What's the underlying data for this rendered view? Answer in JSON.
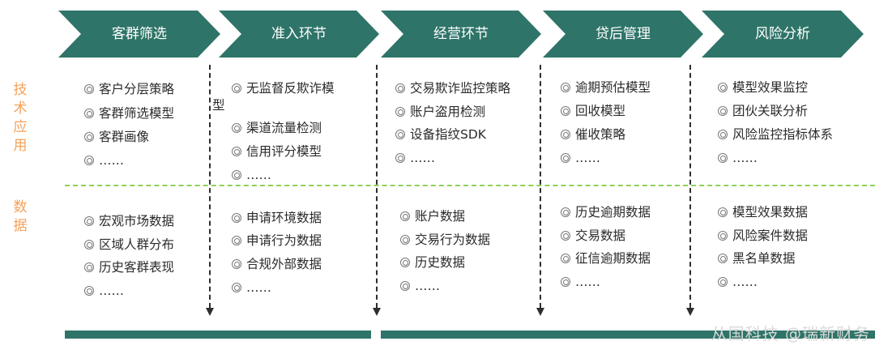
{
  "stages": [
    {
      "label": "客群筛选"
    },
    {
      "label": "准入环节"
    },
    {
      "label": "经营环节"
    },
    {
      "label": "贷后管理"
    },
    {
      "label": "风险分析"
    }
  ],
  "side_labels": {
    "tech": [
      "技",
      "术",
      "应",
      "用"
    ],
    "data": [
      "数",
      "据"
    ]
  },
  "columns": [
    {
      "tech": [
        "客户分层策略",
        "客群筛选模型",
        "客群画像",
        "……"
      ],
      "data": [
        "宏观市场数据",
        "区域人群分布",
        "历史客群表现",
        "……"
      ]
    },
    {
      "tech": [
        "无监督反欺诈模",
        "渠道流量检测",
        "信用评分模型",
        "……"
      ],
      "tech_wrap": "型",
      "data": [
        "申请环境数据",
        "申请行为数据",
        "合规外部数据",
        "……"
      ]
    },
    {
      "tech": [
        "交易欺诈监控策略",
        "账户盗用检测",
        "设备指纹SDK",
        "……"
      ],
      "data": [
        "账户数据",
        "交易行为数据",
        "历史数据",
        "……"
      ]
    },
    {
      "tech": [
        "逾期预估模型",
        "回收模型",
        "催收策略",
        "……"
      ],
      "data": [
        "历史逾期数据",
        "交易数据",
        "征信逾期数据",
        "……"
      ]
    },
    {
      "tech": [
        "模型效果监控",
        "团伙关联分析",
        "风险监控指标体系",
        "……"
      ],
      "data": [
        "模型效果数据",
        "风险案件数据",
        "黑名单数据",
        "……"
      ]
    }
  ],
  "watermark": "从国科技 @瑞新财务",
  "colors": {
    "arrow": "#2f7468",
    "side_label": "#f5a15a",
    "divider": "#8fd15a"
  }
}
